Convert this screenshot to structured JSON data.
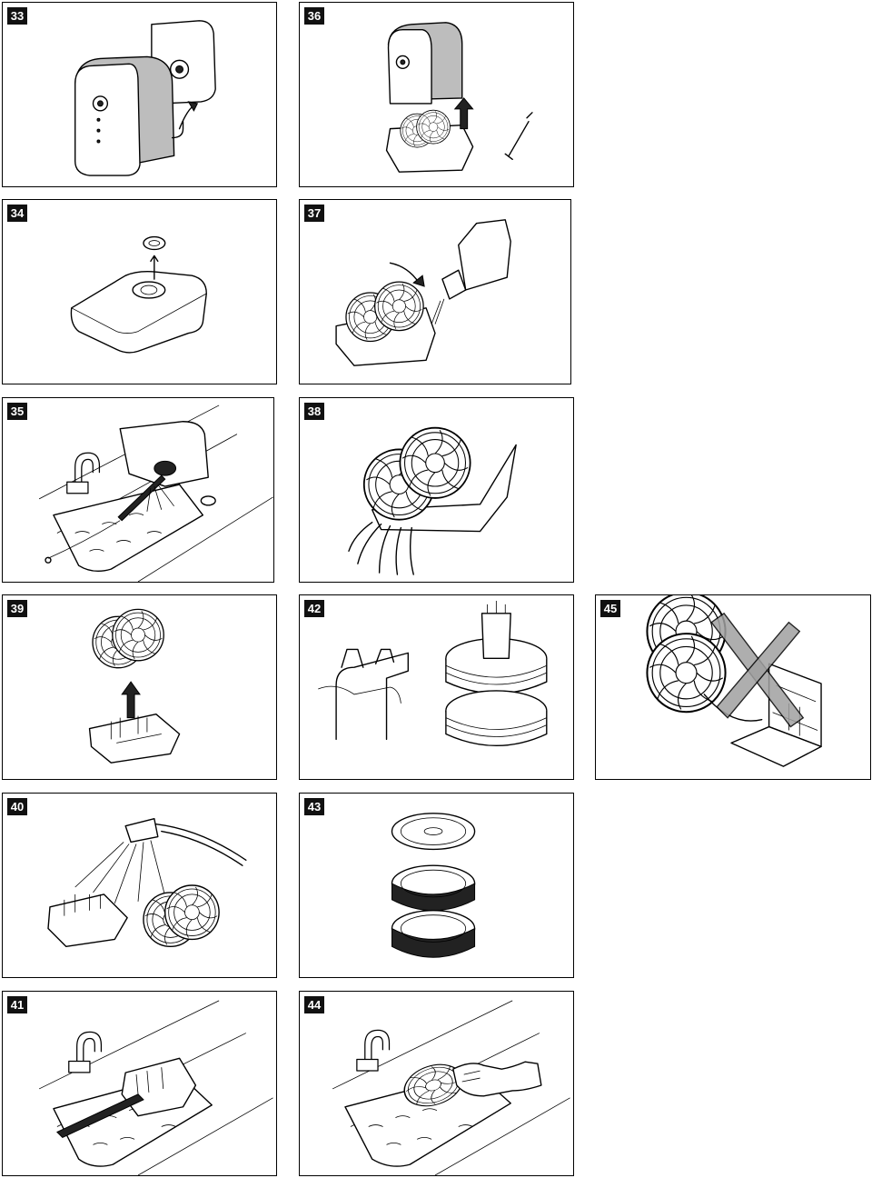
{
  "panels": [
    {
      "id": "33",
      "illustration": "humidifier-lid-removal"
    },
    {
      "id": "36",
      "illustration": "evaporator-cassette-lift"
    },
    {
      "id": "34",
      "illustration": "tank-cap-removal"
    },
    {
      "id": "37",
      "illustration": "descaler-pour"
    },
    {
      "id": "35",
      "illustration": "tank-brush-rinse"
    },
    {
      "id": "38",
      "illustration": "discs-drain"
    },
    {
      "id": "39",
      "illustration": "disc-stack-removal"
    },
    {
      "id": "42",
      "illustration": "disc-stack-separate"
    },
    {
      "id": "45",
      "illustration": "no-dishwasher"
    },
    {
      "id": "40",
      "illustration": "shower-rinse"
    },
    {
      "id": "43",
      "illustration": "disc-reassembly"
    },
    {
      "id": "41",
      "illustration": "tray-brush-clean"
    },
    {
      "id": "44",
      "illustration": "disc-hand-wipe"
    }
  ]
}
